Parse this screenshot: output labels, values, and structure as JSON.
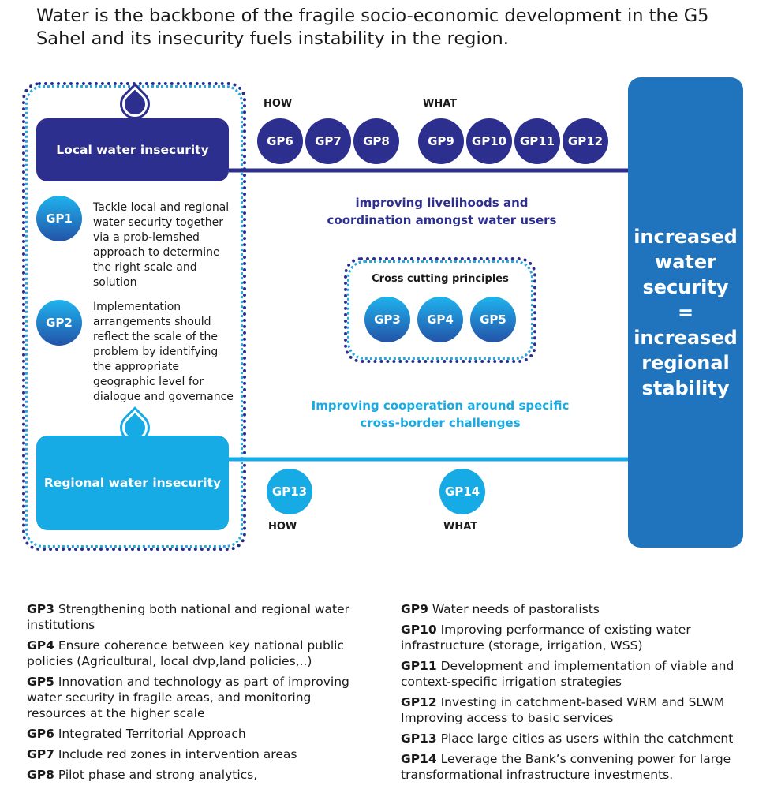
{
  "title": "Water is the backbone of the fragile socio-economic development in the G5 Sahel and its insecurity fuels instability in the region.",
  "local": {
    "label": "Local water insecurity"
  },
  "regional": {
    "label": "Regional water insecurity"
  },
  "top_how": "HOW",
  "top_what": "WHAT",
  "bottom_how": "HOW",
  "bottom_what": "WHAT",
  "top_how_gps": [
    "GP6",
    "GP7",
    "GP8"
  ],
  "top_what_gps": [
    "GP9",
    "GP10",
    "GP11",
    "GP12"
  ],
  "gp1": {
    "badge": "GP1",
    "text": "Tackle local and regional water security together via a prob-lemshed approach to determine the right scale and solution"
  },
  "gp2": {
    "badge": "GP2",
    "text": "Implementation arrangements should reflect the scale of the problem by identifying the appropriate geographic level for dialogue and governance"
  },
  "mid_dark_text": "improving livelihoods and coordination amongst water users",
  "cross": {
    "title": "Cross cutting principles",
    "gps": [
      "GP3",
      "GP4",
      "GP5"
    ]
  },
  "mid_light_text": "Improving cooperation around specific cross-border challenges",
  "bottom_gps": {
    "how": "GP13",
    "what": "GP14"
  },
  "outcome": {
    "line1": "increased",
    "line2": "water",
    "line3": "security",
    "line4": "=",
    "line5": "increased",
    "line6": "regional",
    "line7": "stability"
  },
  "legend_left": [
    {
      "code": "GP3",
      "text": "Strengthening both national and regional water institutions"
    },
    {
      "code": "GP4",
      "text": "Ensure coherence between key national public policies (Agricultural, local dvp,land policies,..)"
    },
    {
      "code": "GP5",
      "text": "Innovation and technology as part of improving water security in fragile areas, and monitoring resources at the higher scale"
    },
    {
      "code": "GP6",
      "text": "Integrated Territorial Approach"
    },
    {
      "code": "GP7",
      "text": "Include red zones in intervention areas"
    },
    {
      "code": "GP8",
      "text": "Pilot phase and strong analytics,"
    }
  ],
  "legend_right": [
    {
      "code": "GP9",
      "text": "Water needs of pastoralists"
    },
    {
      "code": "GP10",
      "text": "Improving performance of existing water infrastructure (storage, irrigation, WSS)"
    },
    {
      "code": "GP11",
      "text": "Development and implementation of viable and context-specific irrigation strategies"
    },
    {
      "code": "GP12",
      "text": "Investing in catchment-based WRM and SLWM Improving access to basic services"
    },
    {
      "code": "GP13",
      "text": "Place large cities as users within the catchment"
    },
    {
      "code": "GP14",
      "text": "Leverage the Bank’s convening power for large transformational infrastructure investments."
    }
  ],
  "colors": {
    "dark_blue": "#2d2f8f",
    "light_blue": "#17abe6",
    "outcome_blue": "#1f74bd"
  }
}
